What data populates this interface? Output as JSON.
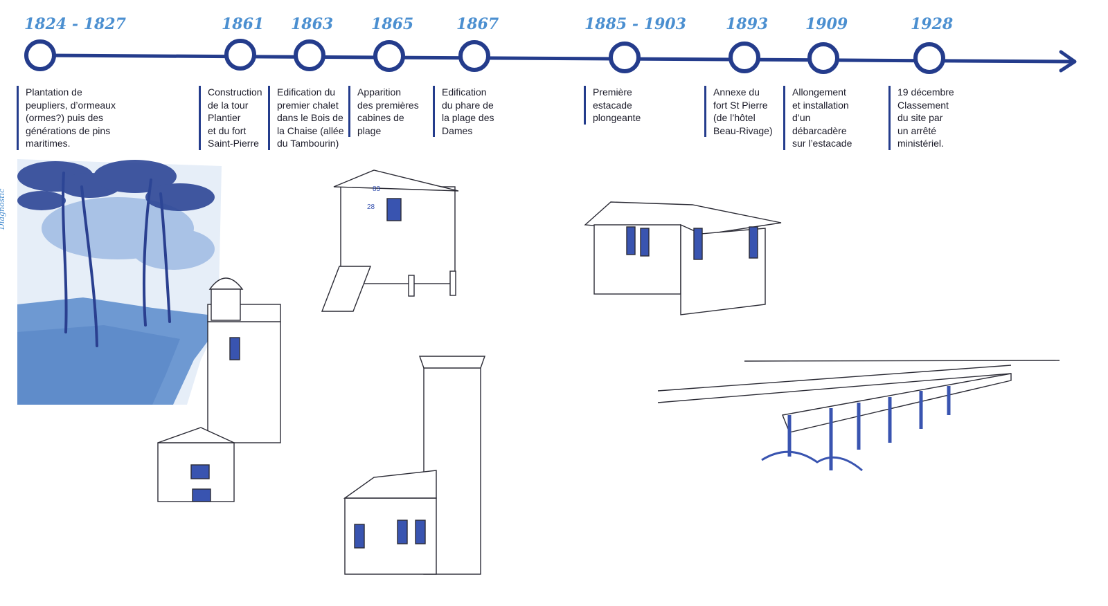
{
  "side_label": "Diagnostic",
  "colors": {
    "line": "#243c8c",
    "year": "#4b8fd0",
    "light_blue": "#7ea3d6",
    "pale_blue": "#c8d8ee"
  },
  "events": [
    {
      "year": "1824  - 1827",
      "text": [
        "Plantation de",
        "peupliers, d’ormeaux",
        "(ormes?)  puis des",
        "générations de pins",
        "maritimes."
      ]
    },
    {
      "year": "1861",
      "text": [
        "Construction",
        "de la tour",
        "Plantier",
        "et du fort",
        "Saint-Pierre"
      ]
    },
    {
      "year": "1863",
      "text": [
        "Edification du",
        "premier chalet",
        "dans le Bois de",
        "la Chaise (allée",
        "du Tambourin)"
      ]
    },
    {
      "year": "1865",
      "text": [
        "Apparition",
        "des premières",
        "cabines de",
        "plage"
      ]
    },
    {
      "year": "1867",
      "text": [
        "Edification",
        "du phare de",
        "la plage des",
        "Dames"
      ]
    },
    {
      "year": "1885 - 1903",
      "text": [
        "Première",
        "estacade",
        "plongeante"
      ]
    },
    {
      "year": "1893",
      "text": [
        "Annexe du",
        "fort St Pierre",
        "(de l’hôtel",
        "Beau-Rivage)"
      ]
    },
    {
      "year": "1909",
      "text": [
        "Allongement",
        "et installation",
        "d’un",
        "débarcadère",
        "sur l’estacade"
      ]
    },
    {
      "year": "1928",
      "text": [
        "19 décembre",
        "Classement",
        "du site par",
        "un arrêté",
        "ministériel."
      ]
    }
  ],
  "illustrations": {
    "cabin_numbers": [
      "83",
      "28"
    ]
  }
}
